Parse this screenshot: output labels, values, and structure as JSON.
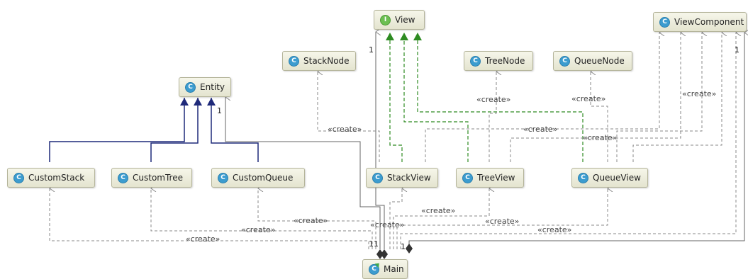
{
  "nodes": {
    "view": {
      "name": "View",
      "kind": "interface"
    },
    "view_component": {
      "name": "ViewComponent",
      "kind": "class"
    },
    "stack_node": {
      "name": "StackNode",
      "kind": "class"
    },
    "tree_node": {
      "name": "TreeNode",
      "kind": "class"
    },
    "queue_node": {
      "name": "QueueNode",
      "kind": "class"
    },
    "entity": {
      "name": "Entity",
      "kind": "class"
    },
    "custom_stack": {
      "name": "CustomStack",
      "kind": "class"
    },
    "custom_tree": {
      "name": "CustomTree",
      "kind": "class"
    },
    "custom_queue": {
      "name": "CustomQueue",
      "kind": "class"
    },
    "stack_view": {
      "name": "StackView",
      "kind": "class"
    },
    "tree_view": {
      "name": "TreeView",
      "kind": "class"
    },
    "queue_view": {
      "name": "QueueView",
      "kind": "class"
    },
    "main": {
      "name": "Main",
      "kind": "main-class"
    }
  },
  "badges": {
    "class": "C",
    "interface": "I",
    "main": "C"
  },
  "create_label": "«create»",
  "multiplicity": "1",
  "colors": {
    "inheritance": "#1f2a7a",
    "implements": "#2e8b22",
    "dependency": "#8a8a8a",
    "association": "#666666"
  }
}
